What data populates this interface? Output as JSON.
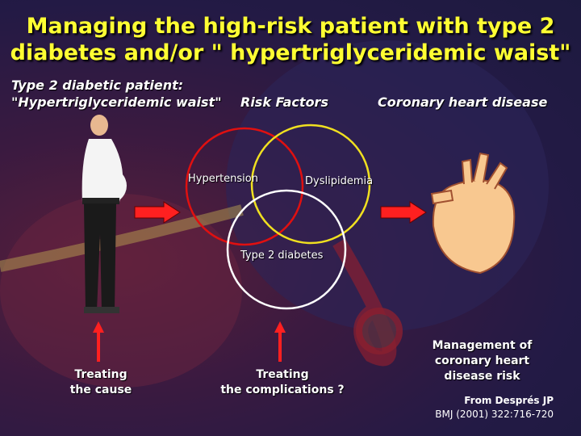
{
  "title_line1": "Managing the high-risk patient with type 2",
  "title_line2": "diabetes and/or \" hypertriglyceridemic waist\"",
  "headers": {
    "patient_line1": "Type 2 diabetic patient:",
    "patient_line2": "\"Hypertriglyceridemic waist\"",
    "risk_factors": "Risk Factors",
    "chd": "Coronary heart disease"
  },
  "venn": {
    "a": "Hypertension",
    "b": "Dyslipidemia",
    "c": "Type 2 diabetes",
    "colors": {
      "a": "#e01010",
      "b": "#f0e020",
      "c": "#ffffff"
    }
  },
  "bottom": {
    "cause_line1": "Treating",
    "cause_line2": "the cause",
    "comp_line1": "Treating",
    "comp_line2": "the complications ?",
    "mgmt_line1": "Management of",
    "mgmt_line2": "coronary heart",
    "mgmt_line3": "disease risk"
  },
  "reference": {
    "line1": "From Després JP",
    "line2": "BMJ (2001) 322:716-720"
  },
  "accent": "#ff2020"
}
